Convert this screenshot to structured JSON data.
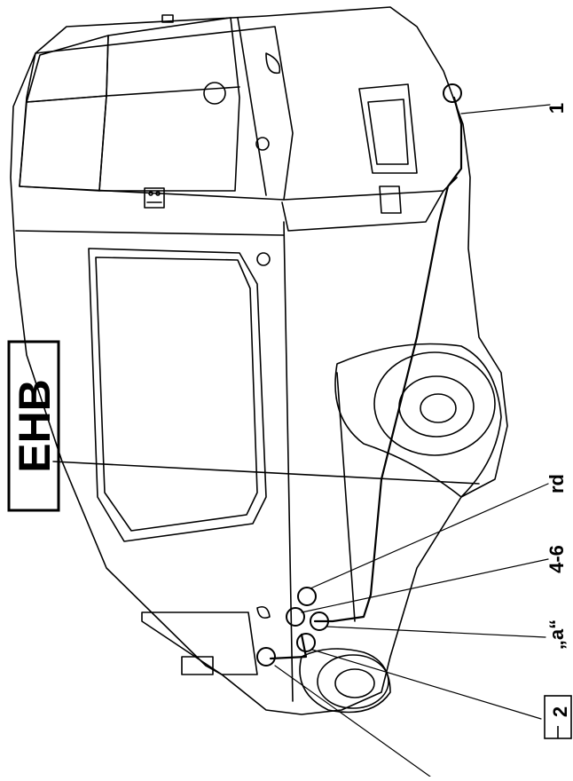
{
  "figure": {
    "badge_text": "EHB",
    "callouts": {
      "c1": "1",
      "rd": "rd",
      "c46": "4-6",
      "a": "„a“",
      "c2": "2"
    },
    "colors": {
      "line": "#000000",
      "background": "#ffffff"
    }
  }
}
